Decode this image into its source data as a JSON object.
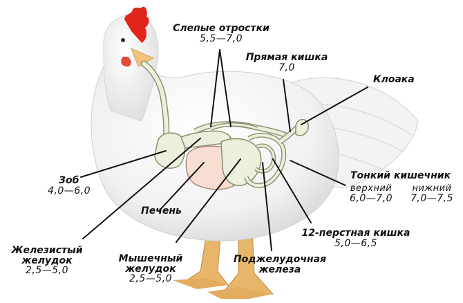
{
  "labels": {
    "ceca": {
      "name": "Слепые отростки",
      "value": "5,5—7,0"
    },
    "rectum": {
      "name": "Прямая кишка",
      "value": "7,0"
    },
    "cloaca": {
      "name": "Клоака"
    },
    "crop": {
      "name": "Зоб",
      "value": "4,0—6,0"
    },
    "small_intestine": {
      "name": "Тонкий кишечник",
      "upper": {
        "name": "верхний",
        "value": "6,0—7,0"
      },
      "lower": {
        "name": "нижний",
        "value": "7,0—7,5"
      }
    },
    "liver": {
      "name": "Печень"
    },
    "duodenum": {
      "name": "12-перстная кишка",
      "value": "5,0—6,5"
    },
    "proventriculus": {
      "name_line1": "Железистый",
      "name_line2": "желудок",
      "value": "2,5—5,0"
    },
    "gizzard": {
      "name_line1": "Мышечный",
      "name_line2": "желудок",
      "value": "2,5—5,0"
    },
    "pancreas": {
      "name_line1": "Поджелудочная",
      "name_line2": "железа"
    }
  },
  "colors": {
    "organ_fill": "#eaf0dc",
    "organ_stroke": "#8a9470",
    "liver_fill": "#f7ddd2",
    "comb": "#e0251b",
    "beak": "#f2c47a",
    "legs": "#e8b66a",
    "leader_line": "#111111"
  }
}
